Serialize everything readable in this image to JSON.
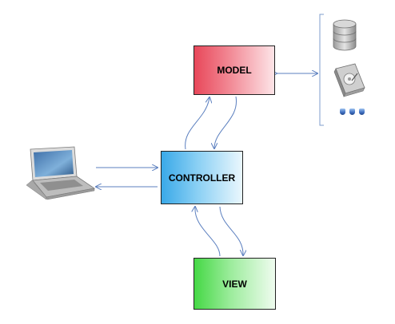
{
  "diagram": {
    "model_label": "MODEL",
    "controller_label": "CONTROLLER",
    "view_label": "VIEW",
    "storage_icons": [
      "database-icon",
      "hard-drive-icon",
      "ellipsis-icon"
    ],
    "client_icon": "laptop-icon",
    "colors": {
      "model": "#e8485a",
      "controller": "#3aa9e8",
      "view": "#45d845",
      "arrow": "#5b7fbf"
    }
  }
}
